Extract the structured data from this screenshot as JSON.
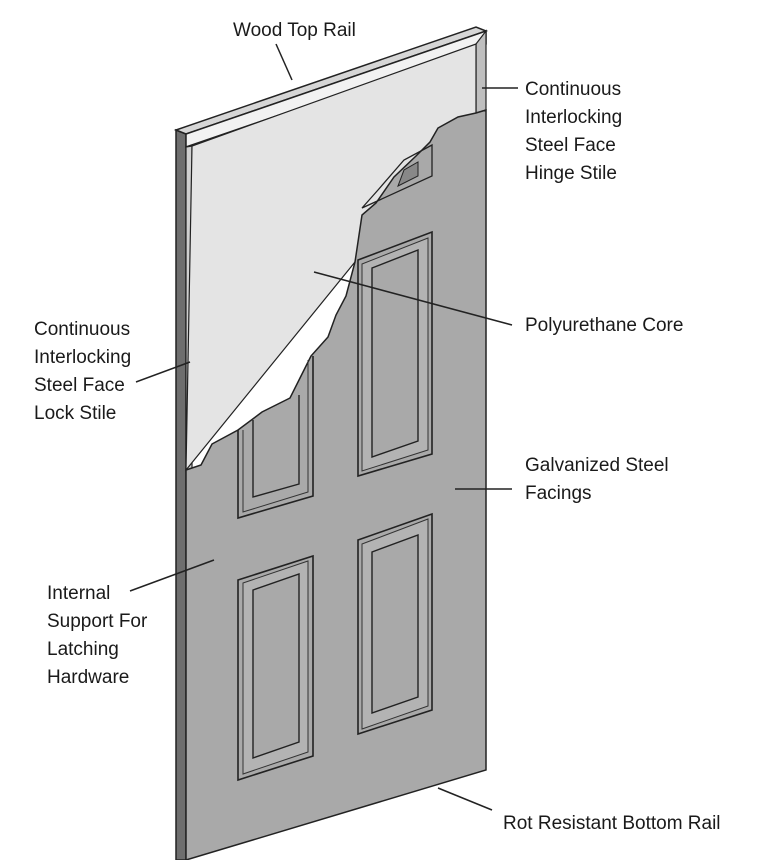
{
  "labels": {
    "wood_top_rail": "Wood Top Rail",
    "hinge_stile": [
      "Continuous",
      "Interlocking",
      "Steel Face",
      "Hinge Stile"
    ],
    "lock_stile": [
      "Continuous",
      "Interlocking",
      "Steel Face",
      "Lock Stile"
    ],
    "polyurethane_core": "Polyurethane Core",
    "galvanized_facings": [
      "Galvanized Steel",
      "Facings"
    ],
    "internal_support": [
      "Internal",
      "Support For",
      "Latching",
      "Hardware"
    ],
    "bottom_rail": "Rot Resistant Bottom Rail"
  },
  "colors": {
    "steel_face": "#a9a9a9",
    "core": "#e4e4e4",
    "edge": "#6e6e6e",
    "rail": "#d6d6d6",
    "outline": "#222222"
  }
}
